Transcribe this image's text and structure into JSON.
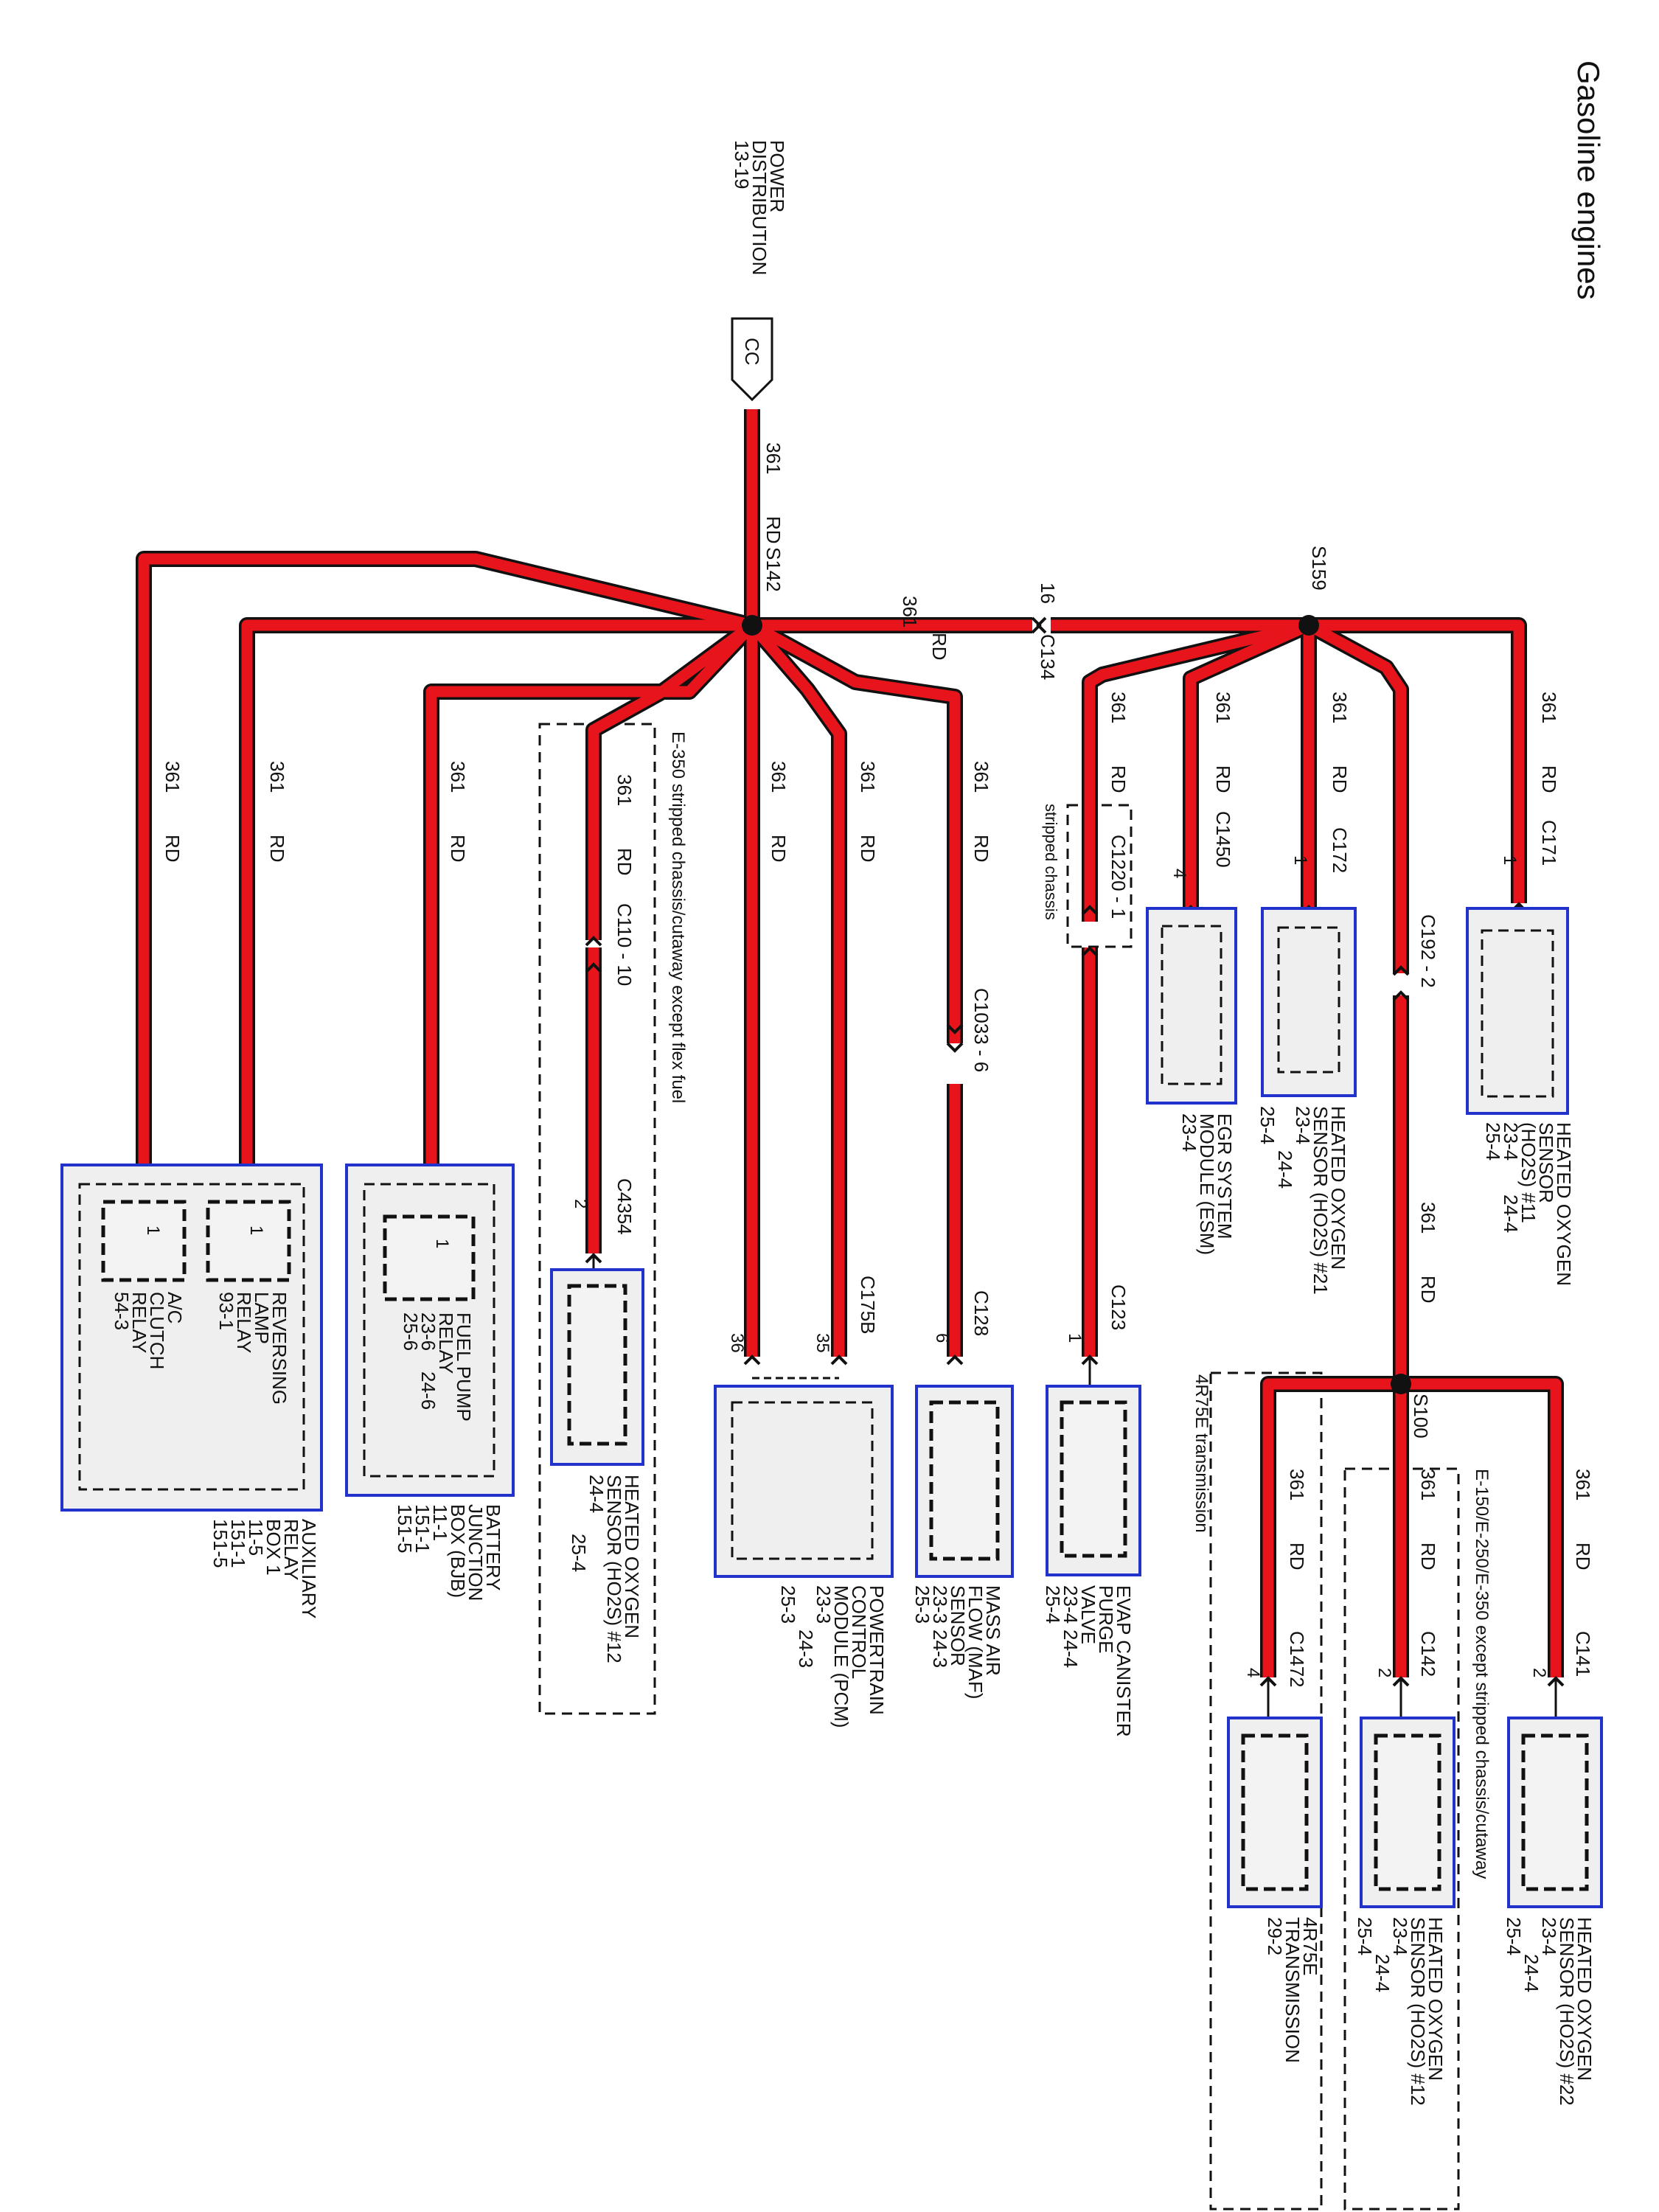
{
  "title": "Gasoline engines",
  "power_source": {
    "label_lines": [
      "POWER",
      "DISTRIBUTION",
      "13-19"
    ],
    "connector": "CC"
  },
  "wire": {
    "circuit": "361",
    "color": "RD"
  },
  "splices": {
    "s142": "S142",
    "s159": "S159",
    "s100": "S100"
  },
  "inline_connector_c134": {
    "name": "C134",
    "pin": "16"
  },
  "connectors": {
    "c1220": "C1220 - 1",
    "c110": "C110 - 10",
    "c1033": "C1033 - 6",
    "c192": "C192 - 2"
  },
  "regions": {
    "stripped": "stripped chassis",
    "e350": "E-350 stripped chassis/cutaway except flex fuel",
    "r4r75e": "4R75E transmission",
    "e150": "E-150/E-250/E-350 except stripped chassis/cutaway"
  },
  "components": {
    "ho2s11": {
      "lines": [
        "HEATED OXYGEN",
        "SENSOR",
        "(HO2S) #11",
        "23-4",
        "24-4",
        "25-4"
      ],
      "connector": "C171",
      "pin": "1"
    },
    "ho2s21": {
      "lines": [
        "HEATED OXYGEN",
        "SENSOR (HO2S) #21",
        "23-4",
        "24-4",
        "25-4"
      ],
      "connector": "C172",
      "pin": "1"
    },
    "esm": {
      "lines": [
        "EGR SYSTEM",
        "MODULE (ESM)",
        "23-4"
      ],
      "connector": "C1450",
      "pin": "4"
    },
    "evap": {
      "lines": [
        "EVAP CANISTER",
        "PURGE",
        "VALVE",
        "23-4",
        "24-4",
        "25-4"
      ],
      "connector": "C123",
      "pin": "1"
    },
    "maf": {
      "lines": [
        "MASS AIR",
        "FLOW (MAF)",
        "SENSOR",
        "23-3",
        "24-3",
        "25-3"
      ],
      "connector": "C128",
      "pin": "6"
    },
    "pcm": {
      "lines": [
        "POWERTRAIN",
        "CONTROL",
        "MODULE (PCM)",
        "23-3",
        "24-3",
        "25-3"
      ],
      "connector": "C175B",
      "pin_a": "35",
      "pin_b": "36"
    },
    "ho2s12_e350": {
      "lines": [
        "HEATED OXYGEN",
        "SENSOR (HO2S) #12",
        "24-4",
        "25-4"
      ],
      "connector": "C4354",
      "pin": "2"
    },
    "bjb": {
      "lines": [
        "BATTERY",
        "JUNCTION",
        "BOX (BJB)",
        "11-1",
        "151-1",
        "151-5"
      ]
    },
    "fuel_relay": {
      "lines": [
        "FUEL PUMP",
        "RELAY",
        "23-6",
        "24-6",
        "25-6"
      ],
      "pin": "1"
    },
    "aux_box": {
      "lines": [
        "AUXILIARY",
        "RELAY",
        "BOX 1",
        "11-5",
        "151-1",
        "151-5"
      ]
    },
    "rev_relay": {
      "lines": [
        "REVERSING",
        "LAMP",
        "RELAY",
        "93-1"
      ],
      "pin": "1"
    },
    "ac_relay": {
      "lines": [
        "A/C",
        "CLUTCH",
        "RELAY",
        "54-3"
      ],
      "pin": "1"
    },
    "trans": {
      "lines": [
        "4R75E",
        "TRANSMISSION",
        "29-2"
      ],
      "connector": "C1472",
      "pin": "4"
    },
    "ho2s12": {
      "lines": [
        "HEATED OXYGEN",
        "SENSOR (HO2S) #12",
        "23-4",
        "24-4",
        "25-4"
      ],
      "connector": "C142",
      "pin": "2"
    },
    "ho2s22": {
      "lines": [
        "HEATED OXYGEN",
        "SENSOR (HO2S) #22",
        "23-4",
        "24-4",
        "25-4"
      ],
      "connector": "C141",
      "pin": "2"
    }
  }
}
